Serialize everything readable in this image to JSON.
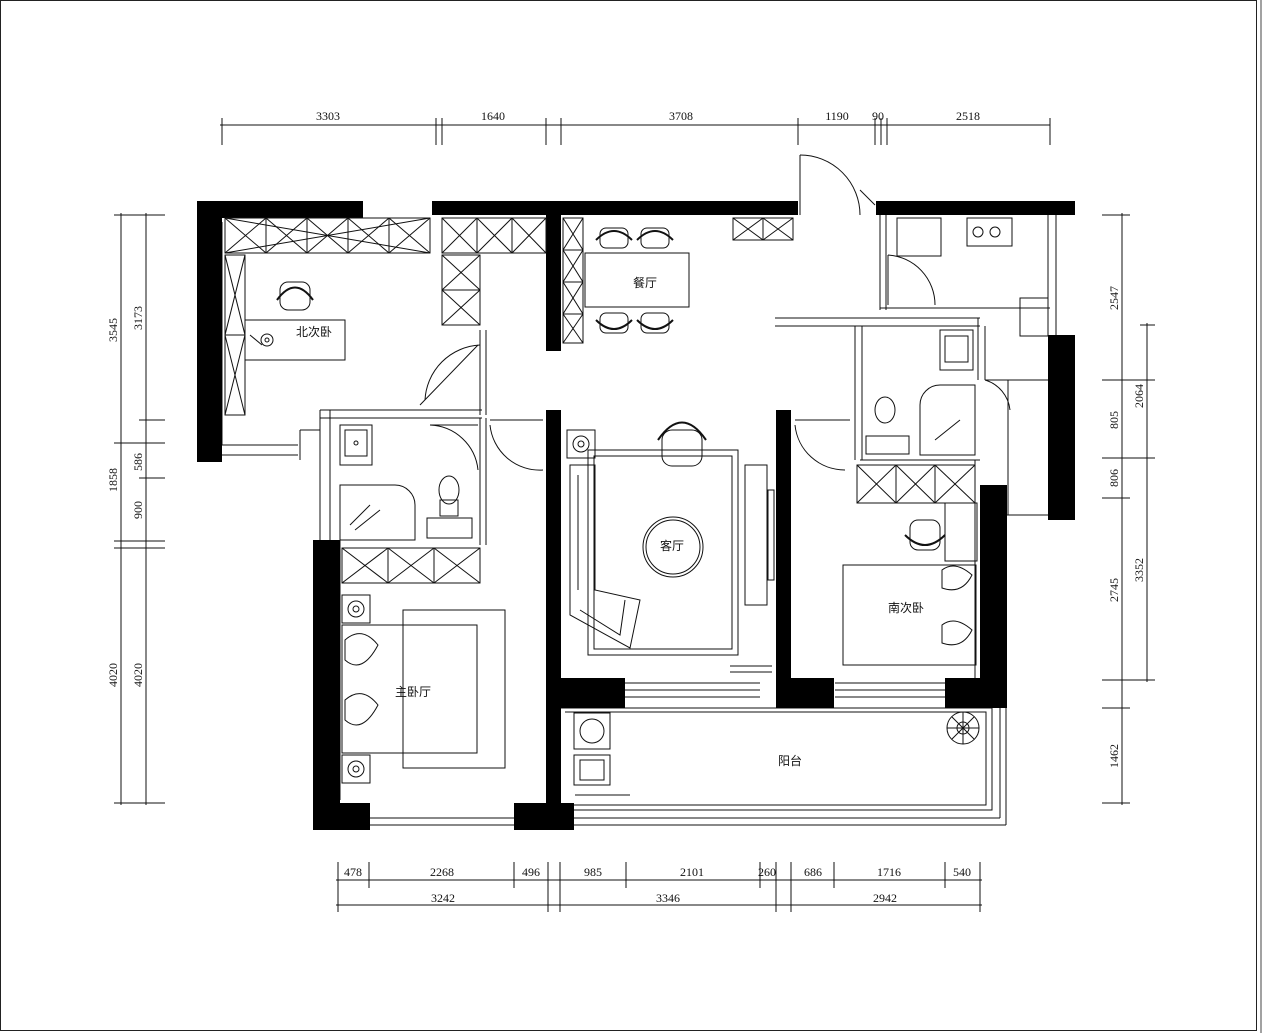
{
  "rooms": {
    "north_bedroom": "北次卧",
    "dining": "餐厅",
    "living": "客厅",
    "master_bedroom": "主卧厅",
    "south_bedroom": "南次卧",
    "balcony": "阳台"
  },
  "dimensions": {
    "top": [
      "3303",
      "1640",
      "3708",
      "1190",
      "90",
      "2518"
    ],
    "bottom_row1": [
      "478",
      "2268",
      "496",
      "985",
      "2101",
      "260",
      "686",
      "1716",
      "540"
    ],
    "bottom_row2": [
      "3242",
      "3346",
      "2942"
    ],
    "left_outer": [
      "3545",
      "1858",
      "4020"
    ],
    "left_inner": [
      "3173",
      "586",
      "900",
      "4020"
    ],
    "right_outer": [
      "2547",
      "805",
      "806",
      "2745",
      "1462"
    ],
    "right_inner": [
      "2064",
      "3352"
    ]
  }
}
